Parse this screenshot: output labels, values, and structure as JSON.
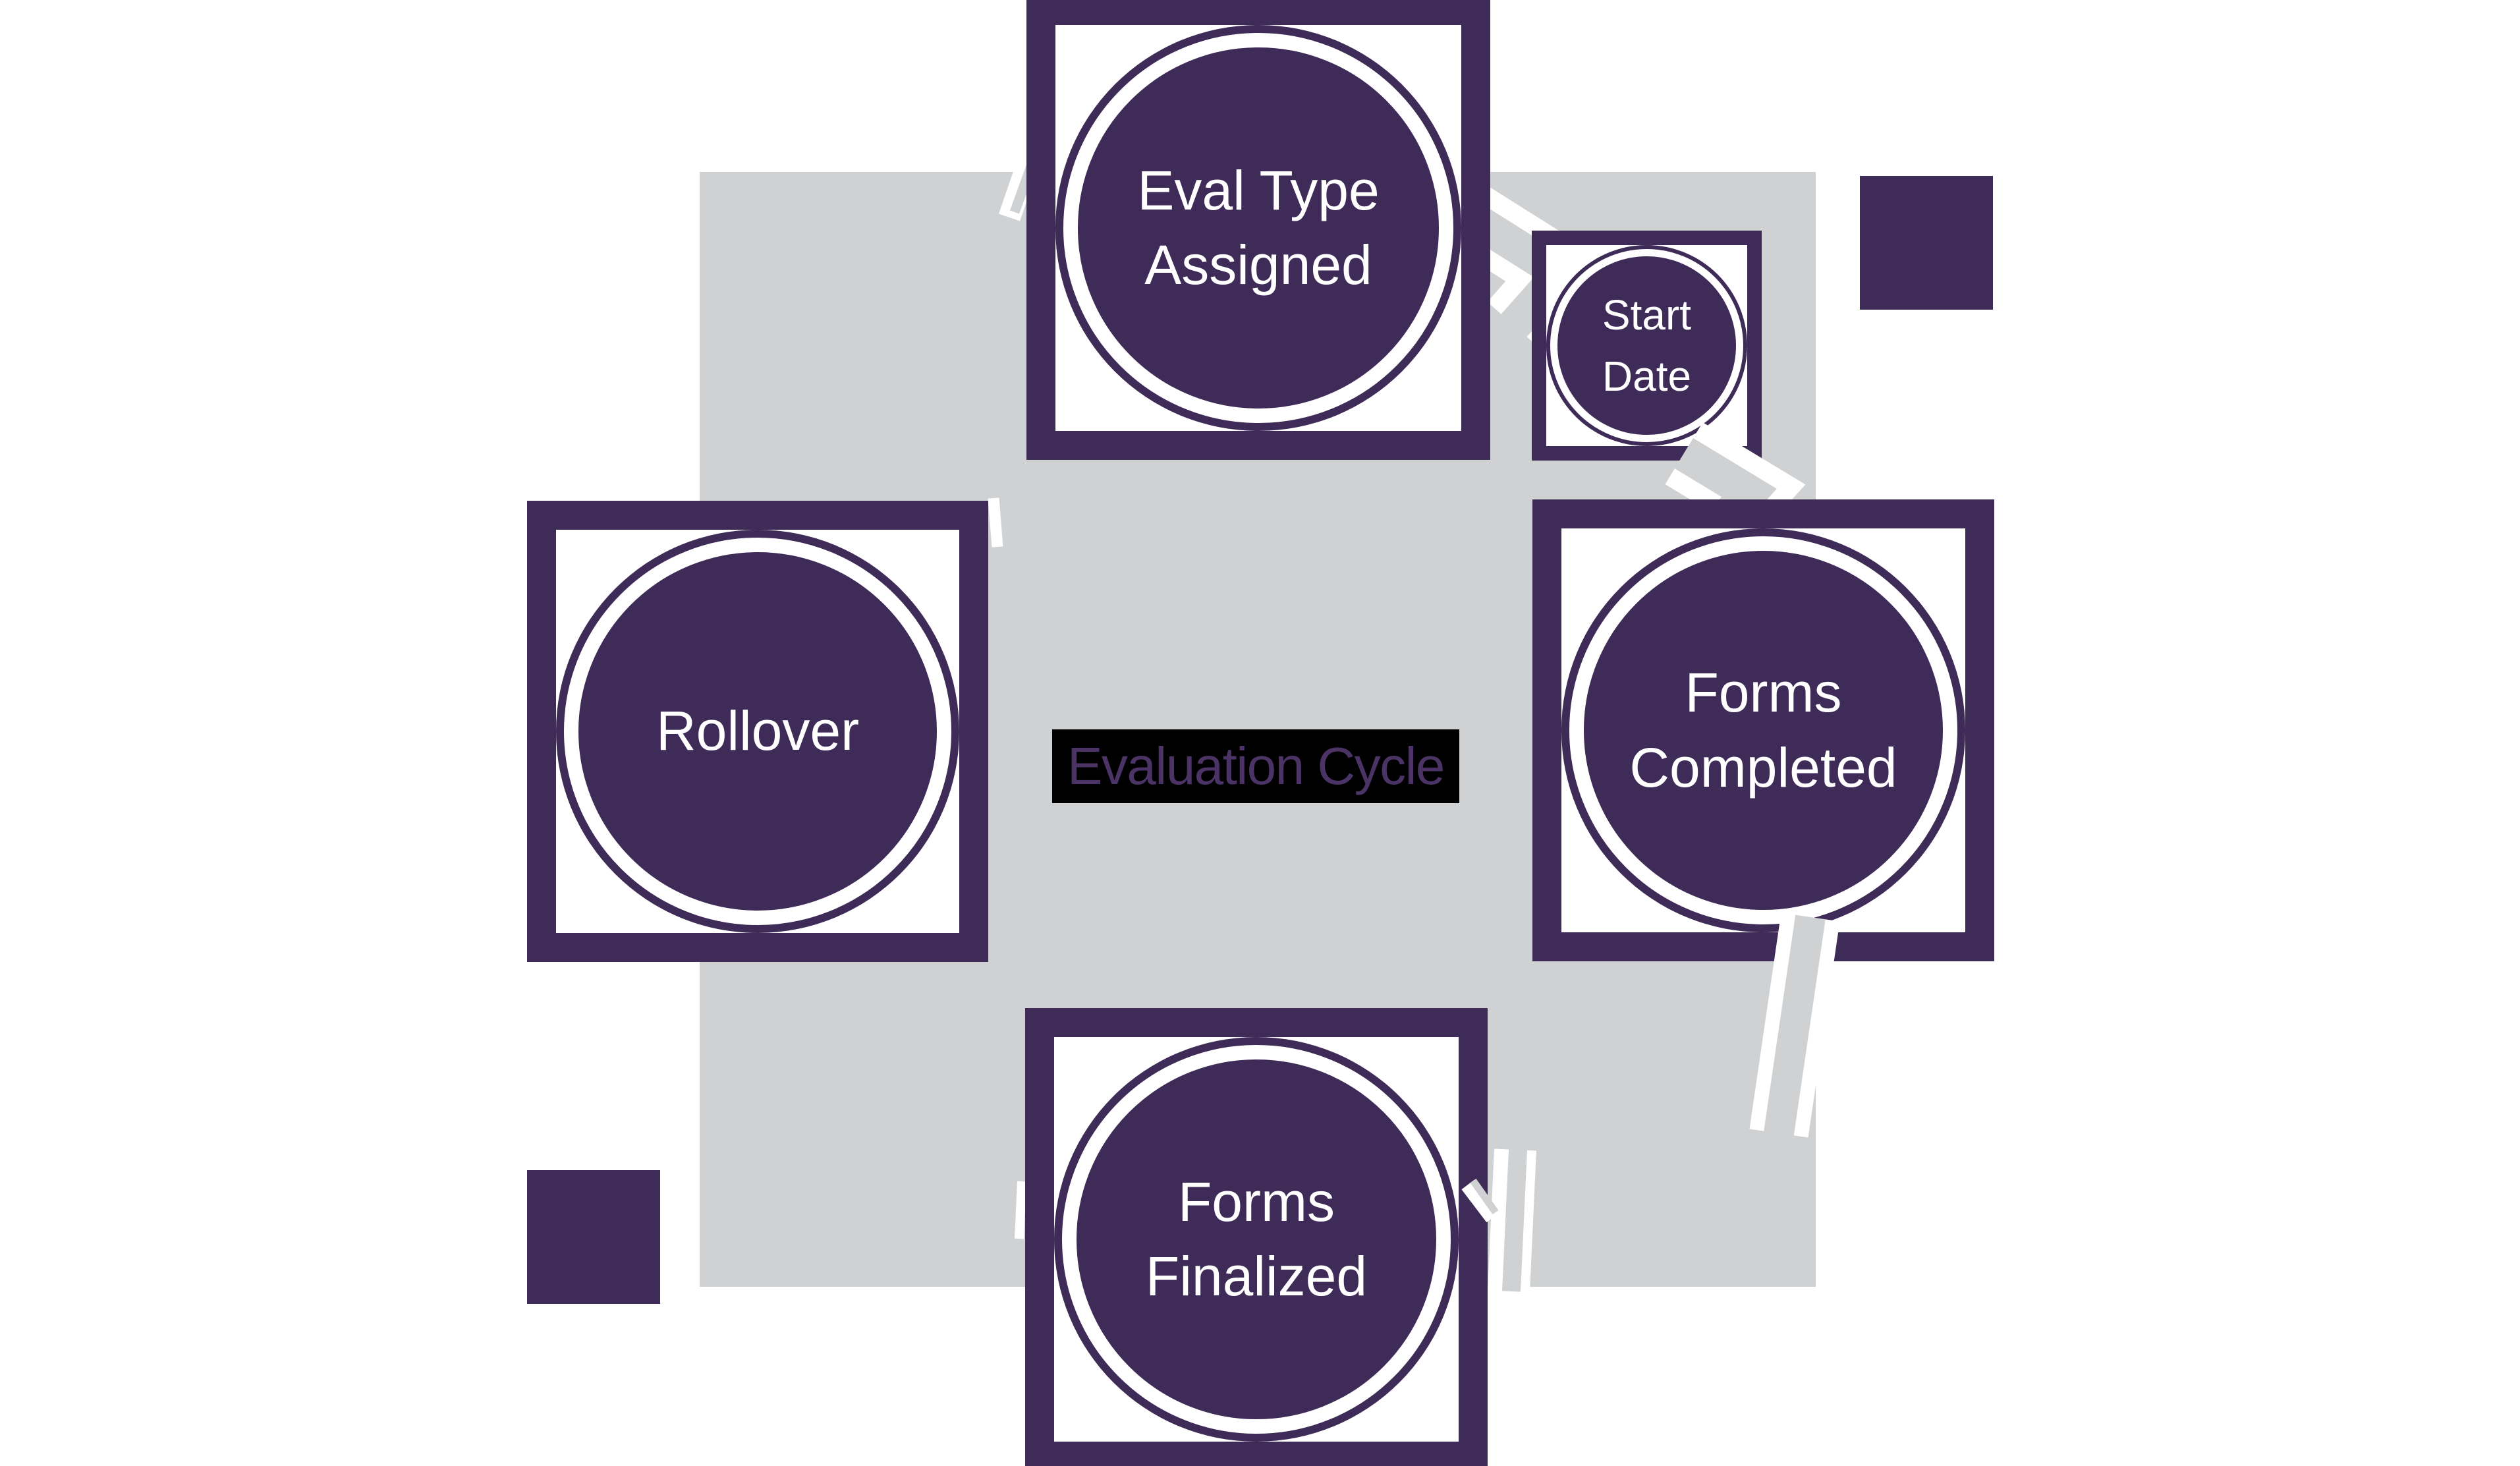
{
  "title": {
    "text": "Evaluation Cycle"
  },
  "nodes": {
    "eval_type_assigned": {
      "line1": "Eval Type",
      "line2": "Assigned"
    },
    "start_date": {
      "line1": "Start",
      "line2": "Date"
    },
    "forms_completed": {
      "line1": "Forms",
      "line2": "Completed"
    },
    "forms_finalized": {
      "line1": "Forms",
      "line2": "Finalized"
    },
    "rollover": {
      "line1": "Rollover"
    }
  },
  "colors": {
    "purple": "#3E2B57",
    "gray": "#D0D1D2",
    "title_text": "#4B3366",
    "title_highlight": "#000000",
    "node_text": "#FFFFFF",
    "background": "#FFFFFF"
  }
}
